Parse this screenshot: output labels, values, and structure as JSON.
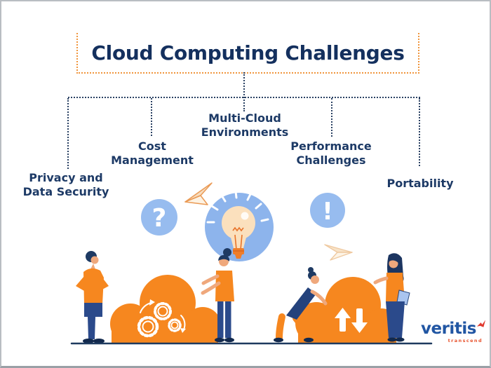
{
  "title": "Cloud Computing Challenges",
  "branches": [
    {
      "line1": "Privacy and",
      "line2": "Data Security"
    },
    {
      "line1": "Cost",
      "line2": "Management"
    },
    {
      "line1": "Multi-Cloud",
      "line2": "Environments"
    },
    {
      "line1": "Performance",
      "line2": "Challenges"
    },
    {
      "line1": "Portability",
      "line2": ""
    }
  ],
  "symbols": {
    "question_mark": "?",
    "exclamation_mark": "!"
  },
  "logo": {
    "brand": "veritis",
    "tagline": "transcend"
  },
  "colors": {
    "navy_text": "#14305e",
    "connector_navy": "#2a4163",
    "accent_orange": "#f6871f",
    "dotted_border_orange": "#f0953c",
    "bubble_blue": "#8fb6ed",
    "bulb_cream": "#fbe0bd",
    "ground_navy": "#1e3a5f",
    "logo_blue": "#2156a3",
    "logo_red": "#e0392e"
  }
}
